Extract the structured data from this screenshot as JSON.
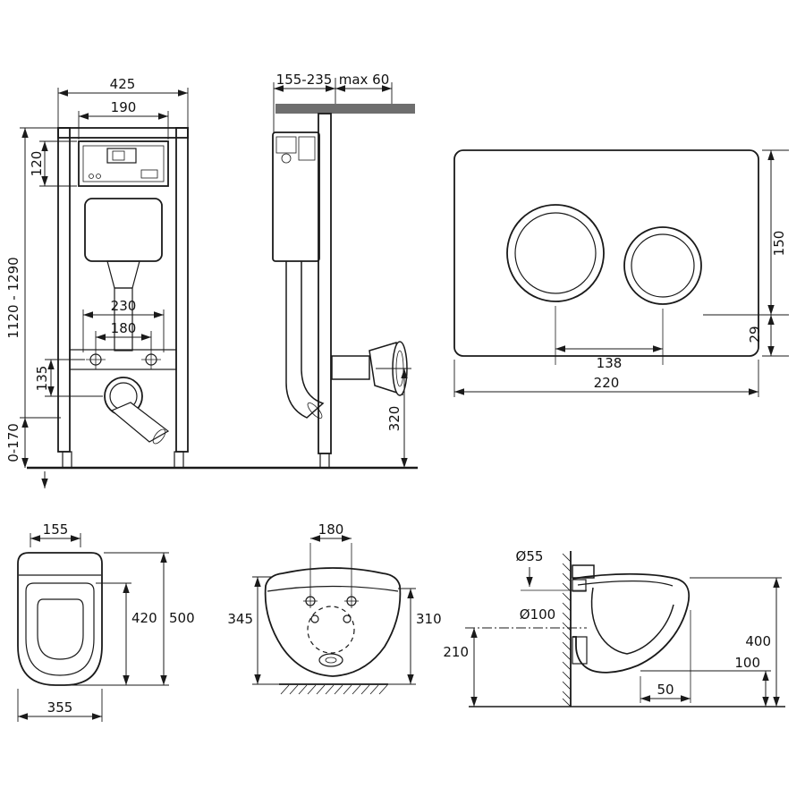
{
  "drawing": {
    "frame_front": {
      "width": "425",
      "cistern_width": "190",
      "cistern_height": "120",
      "height_range": "1120 - 1290",
      "fixing_spacing_outer": "230",
      "fixing_spacing_inner": "180",
      "fixing_to_outlet": "135",
      "leg_adjustment": "0-170"
    },
    "frame_side": {
      "depth_range": "155-235",
      "bracket_max": "max 60",
      "outlet_height": "320"
    },
    "flush_plate": {
      "height": "150",
      "edge_offset": "29",
      "button_spacing": "138",
      "width": "220"
    },
    "bowl_top": {
      "back_width": "155",
      "seat_depth": "420",
      "depth": "500",
      "width": "355"
    },
    "bowl_front": {
      "fixing_spacing": "180",
      "height_left": "345",
      "height_right": "310"
    },
    "bowl_side": {
      "inlet_diameter": "Ø55",
      "outlet_diameter": "Ø100",
      "outlet_center_height": "210",
      "height": "400",
      "underside_height": "100",
      "front_offset": "50"
    }
  },
  "colors": {
    "ink": "#1a1a1a",
    "steel_gray": "#6e6e6e",
    "background": "#ffffff"
  }
}
